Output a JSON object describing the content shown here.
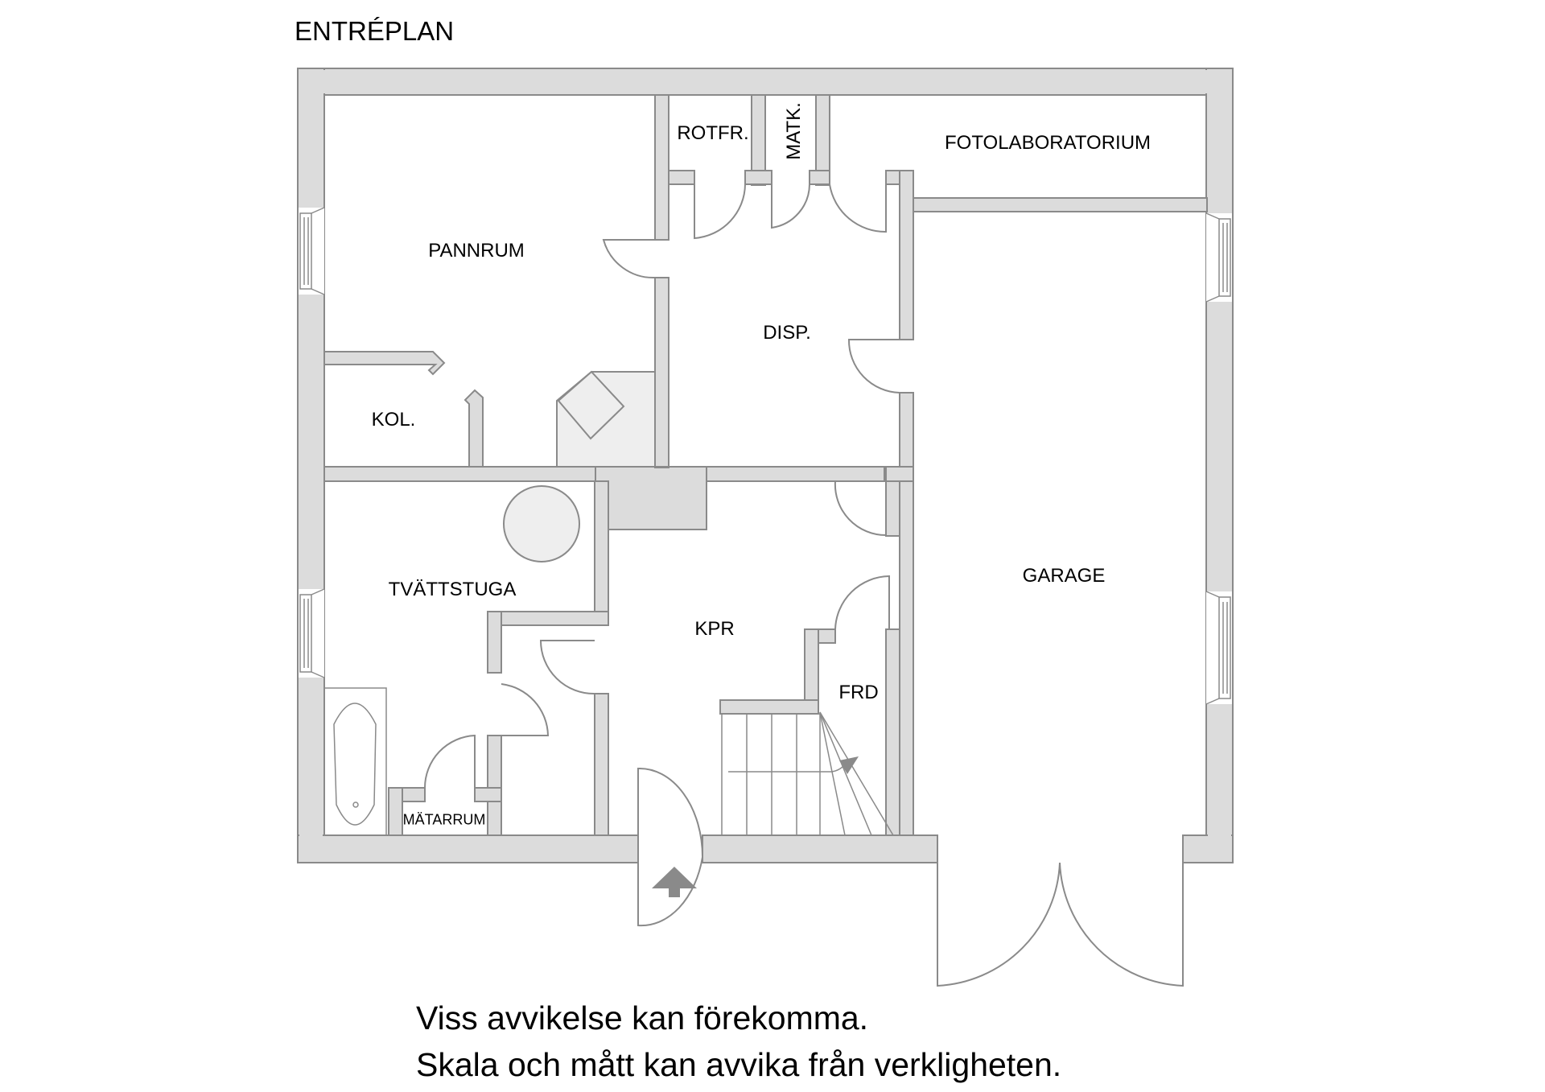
{
  "plan": {
    "title": "ENTRÉPLAN",
    "colors": {
      "wall_fill": "#dcdcdc",
      "wall_stroke": "#8a8a8a",
      "fixture_fill": "#eeeeee",
      "text": "#000000"
    },
    "rooms": {
      "pannrum": "PANNRUM",
      "rotfr": "ROTFR.",
      "matk": "MATK.",
      "fotolaboratorium": "FOTOLABORATORIUM",
      "disp": "DISP.",
      "kol": "KOL.",
      "tvattstuga": "TVÄTTSTUGA",
      "kpr": "KPR",
      "frd": "FRD",
      "garage": "GARAGE",
      "matarrum": "MÄTARRUM"
    },
    "entrance_icon": "up-arrow-icon"
  },
  "disclaimer": {
    "line1": "Viss avvikelse kan förekomma.",
    "line2": "Skala och mått kan avvika från verkligheten."
  }
}
